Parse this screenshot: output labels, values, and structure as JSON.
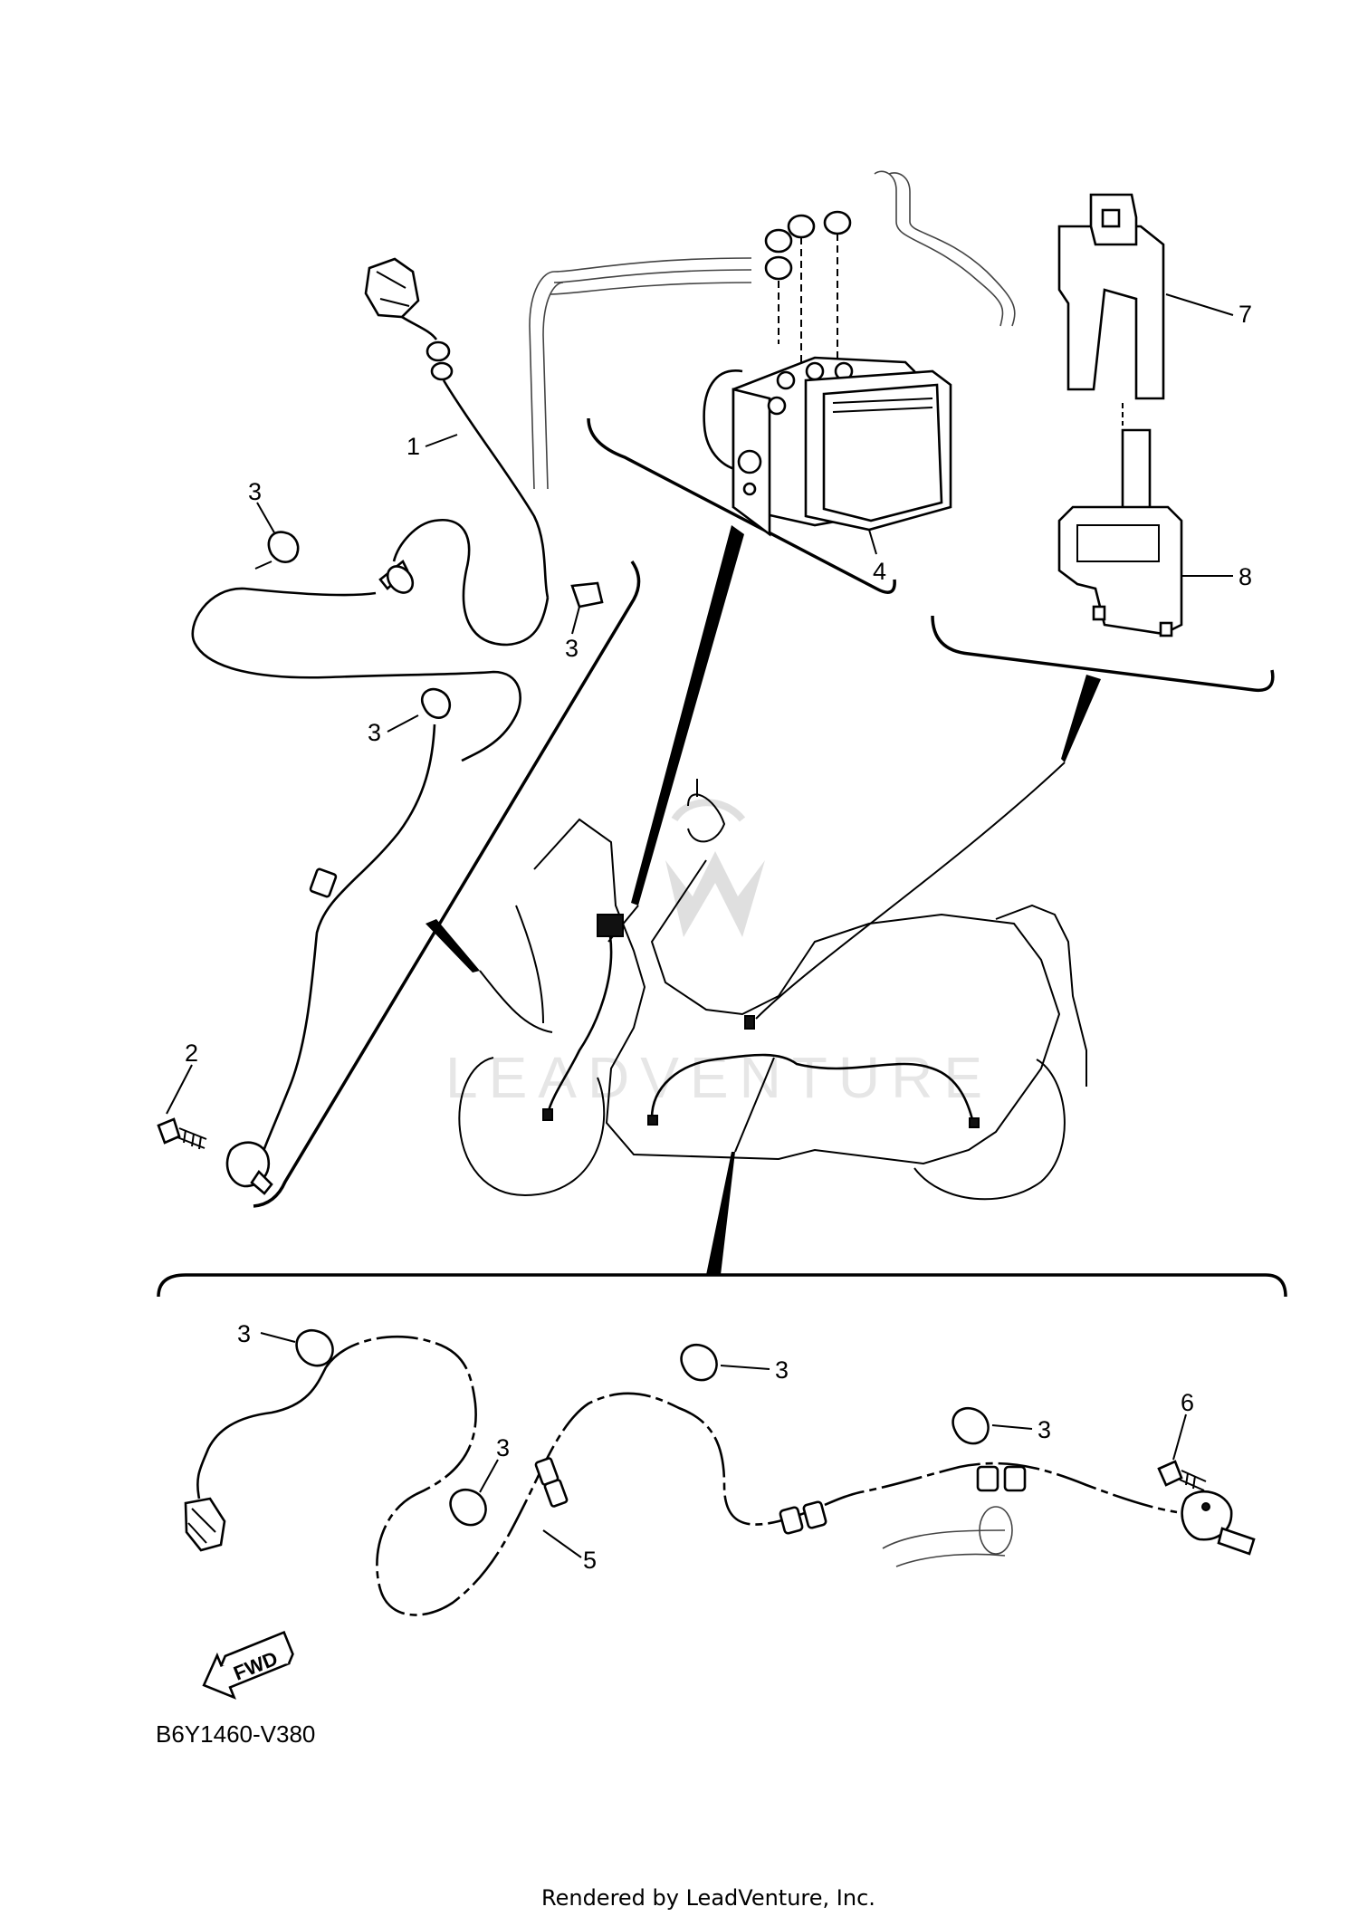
{
  "callouts": {
    "c1": "1",
    "c2": "2",
    "c3a": "3",
    "c3b": "3",
    "c3c": "3",
    "c3d": "3",
    "c3e": "3",
    "c3f": "3",
    "c3g": "3",
    "c4": "4",
    "c5": "5",
    "c6": "6",
    "c7": "7",
    "c8": "8"
  },
  "fwd_label": "FWD",
  "diagram_id": "B6Y1460-V380",
  "watermark_text": "LEADVENTURE",
  "render_note": "Rendered by LeadVenture, Inc.",
  "icons": [
    "fwd-arrow-icon",
    "leadventure-logo-icon"
  ]
}
